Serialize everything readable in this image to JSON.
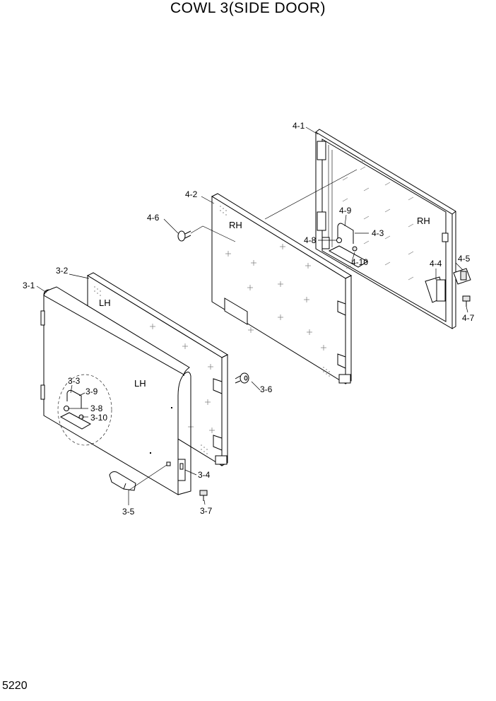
{
  "title": "COWL 3(SIDE DOOR)",
  "page_number": "5220",
  "side_labels": {
    "rh_frame": "RH",
    "rh_panel": "RH",
    "lh_panel": "LH",
    "lh_door": "LH"
  },
  "part_labels": {
    "p4_1": "4-1",
    "p4_2": "4-2",
    "p4_3": "4-3",
    "p4_4": "4-4",
    "p4_5": "4-5",
    "p4_6": "4-6",
    "p4_7": "4-7",
    "p4_8": "4-8",
    "p4_9": "4-9",
    "p4_10": "4-10",
    "p3_1": "3-1",
    "p3_2": "3-2",
    "p3_3": "3-3",
    "p3_4": "3-4",
    "p3_5": "3-5",
    "p3_6": "3-6",
    "p3_7": "3-7",
    "p3_8": "3-8",
    "p3_9": "3-9",
    "p3_10": "3-10"
  }
}
